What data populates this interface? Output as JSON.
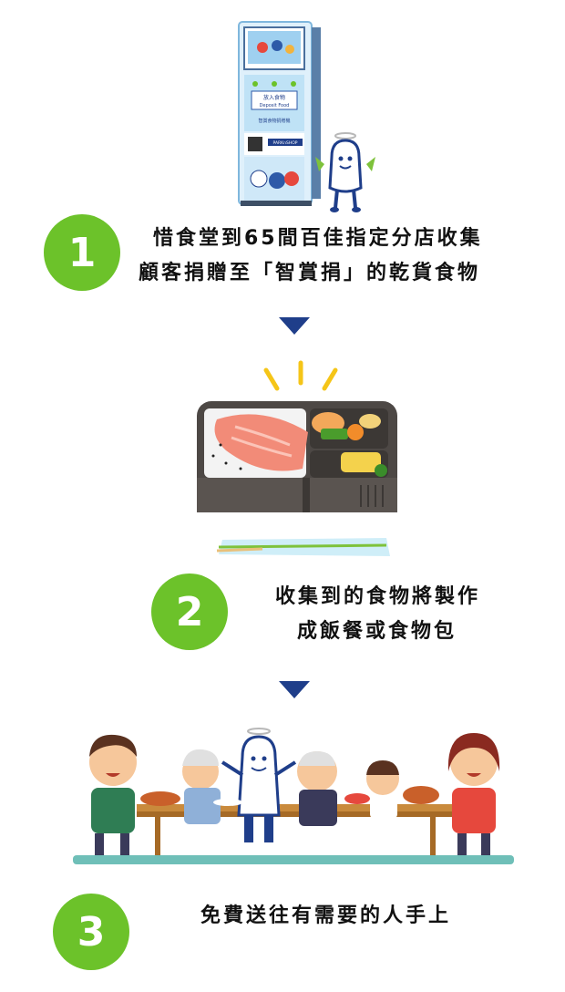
{
  "steps": [
    {
      "number": "1",
      "line1": "惜食堂到65間百佳指定分店收集",
      "line2": "顧客捐贈至「智賞捐」的乾貨食物"
    },
    {
      "number": "2",
      "line1": "收集到的食物將製作",
      "line2": "成飯餐或食物包"
    },
    {
      "number": "3",
      "line1": "免費送往有需要的人手上"
    }
  ],
  "kiosk": {
    "deposit_cn": "放入食物",
    "deposit_en": "Deposit Food",
    "label_cn": "智賞食物捐贈機",
    "brand": "PARKnSHOP"
  },
  "colors": {
    "accent_green": "#6cc22a",
    "arrow_navy": "#1f3e8a"
  }
}
